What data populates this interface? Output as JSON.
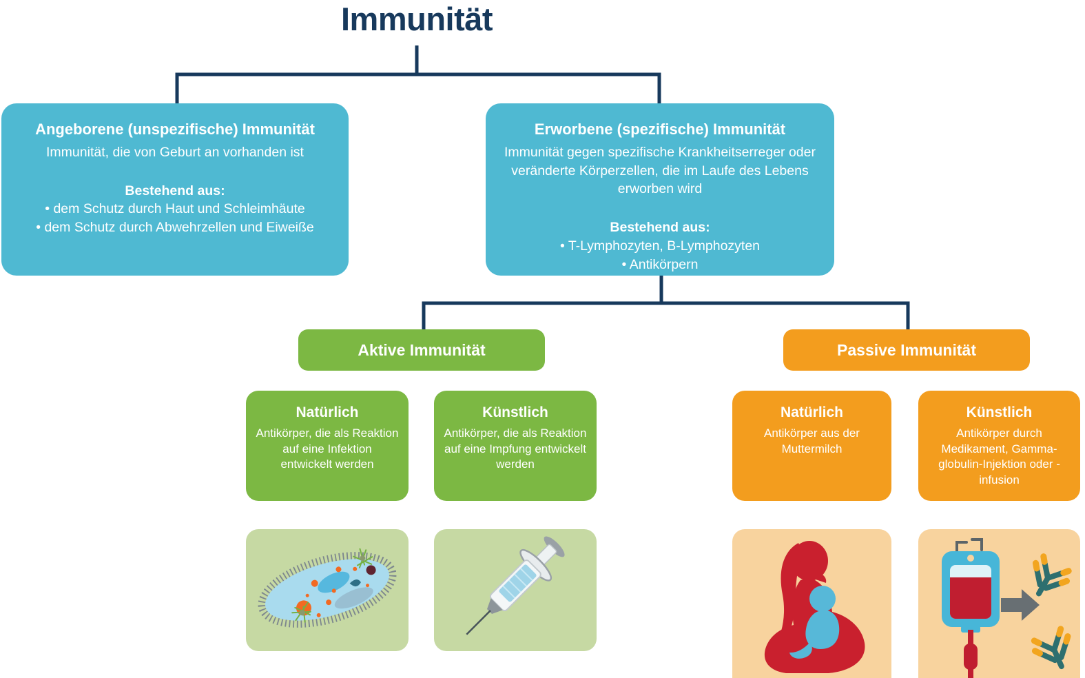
{
  "root": {
    "title": "Immunität"
  },
  "colors": {
    "navy_line": "#17395c",
    "blue_box": "#4fb9d2",
    "green_box": "#7cb843",
    "orange_box": "#f39d1e",
    "light_green_bg": "#c6d9a3",
    "light_orange_bg": "#f8d39e",
    "text_on_boxes": "#ffffff"
  },
  "level1": {
    "innate": {
      "title": "Angeborene (unspezifische) Immunität",
      "subtitle": "Immunität, die von Geburt an vorhanden ist",
      "list_header": "Bestehend aus:",
      "items": [
        "• dem Schutz durch Haut und Schleimhäute",
        "• dem Schutz durch Abwehrzellen und Eiweiße"
      ]
    },
    "acquired": {
      "title": "Erworbene (spezifische) Immunität",
      "subtitle": "Immunität gegen spezifische Krankheitserreger oder veränderte Körperzellen, die im Laufe des Lebens erworben wird",
      "list_header": "Bestehend aus:",
      "items": [
        "• T-Lymphozyten, B-Lymphozyten",
        "• Antikörpern"
      ]
    }
  },
  "level2": {
    "active": {
      "title": "Aktive Immunität"
    },
    "passive": {
      "title": "Passive Immunität"
    }
  },
  "level3": {
    "active_natural": {
      "title": "Natürlich",
      "body": "Antikörper, die als Reaktion auf eine Infektion entwickelt werden"
    },
    "active_artificial": {
      "title": "Künstlich",
      "body": "Antikörper, die als Reaktion auf eine Impfung entwickelt werden"
    },
    "passive_natural": {
      "title": "Natürlich",
      "body": "Antikörper aus der Muttermilch"
    },
    "passive_artificial": {
      "title": "Künstlich",
      "body": "Antikörper durch Medikament, Gamma-globulin-Injektion oder -infusion"
    }
  },
  "illustrations": {
    "active_natural": "microbe-illustration",
    "active_artificial": "syringe-illustration",
    "passive_natural": "breastfeeding-illustration",
    "passive_artificial": "blood-infusion-antibody-illustration"
  }
}
